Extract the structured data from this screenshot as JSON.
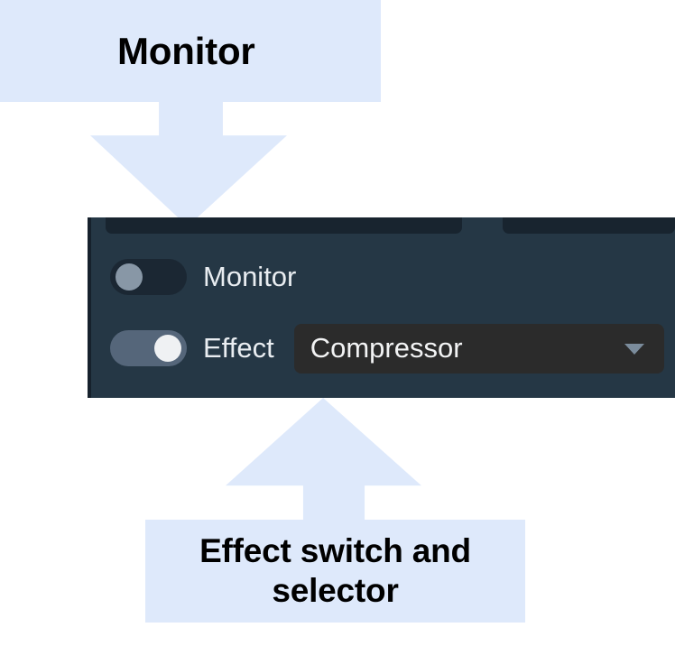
{
  "annotations": {
    "top_callout": {
      "label": "Monitor",
      "arrow": "down-arrow",
      "color": "#dee9fb"
    },
    "bottom_callout": {
      "line1": "Effect switch and",
      "line2": "selector",
      "arrow": "up-arrow",
      "color": "#dee9fb"
    }
  },
  "panel": {
    "background_color": "#253745",
    "rows": [
      {
        "id": "monitor",
        "label": "Monitor",
        "toggle_state": "off",
        "toggle_track_color": "#1b2733",
        "toggle_knob_color": "#8897a6"
      },
      {
        "id": "effect",
        "label": "Effect",
        "toggle_state": "on",
        "toggle_track_color": "#55667a",
        "toggle_knob_color": "#eff1f3",
        "select": {
          "value": "Compressor",
          "background_color": "#2b2b2b",
          "chevron_icon": "chevron-down-icon",
          "chevron_color": "#7b8c9c"
        }
      }
    ]
  }
}
